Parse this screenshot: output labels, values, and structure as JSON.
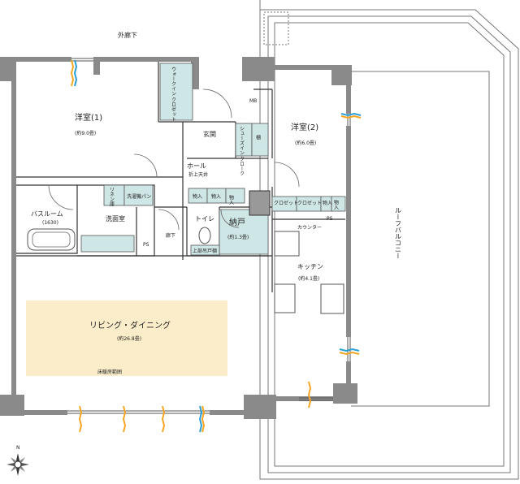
{
  "outside": {
    "corridor": "外廊下",
    "roof_balcony": "ルーフバルコニー"
  },
  "rooms": {
    "bedroom1": {
      "name": "洋室(1)",
      "area": "(約9.0畳)"
    },
    "bedroom2": {
      "name": "洋室(2)",
      "area": "(約6.0畳)"
    },
    "walkin_closet": "ウォークイン クロゼット",
    "entrance": "玄関",
    "shoes_closet": "シューズイン クローク",
    "shoes_shelf": "棚",
    "mb": "MB",
    "hall": "ホール",
    "hall_ceiling": "折上天井",
    "storage_labels": [
      "物入",
      "物入",
      "物入",
      "物入",
      "物入"
    ],
    "closet_labels": [
      "クロゼット",
      "クロゼット"
    ],
    "linen": "リネン庫",
    "washer": "洗濯機パン",
    "bathroom": {
      "name": "バスルーム",
      "size": "(1630)"
    },
    "washroom": "洗面室",
    "ps": "PS",
    "corridor_inner": "廊下",
    "toilet": "トイレ",
    "toilet_shelf": "上部吊戸棚",
    "storeroom": {
      "name": "納戸",
      "area": "(約1.3畳)"
    },
    "counter": "カウンター",
    "kitchen": {
      "name": "キッチン",
      "area": "(約4.1畳)"
    },
    "living": {
      "name": "リビング・ダイニング",
      "area": "(約26.8畳)"
    },
    "floor_heating": "床暖房範囲"
  },
  "compass": {
    "north": "N"
  },
  "colors": {
    "wall": "#8a8a8a",
    "storage": "#cfe6e6",
    "living_floor": "#fbedc9",
    "airflow_orange": "#f5a623",
    "airflow_blue": "#2a9fd6"
  }
}
